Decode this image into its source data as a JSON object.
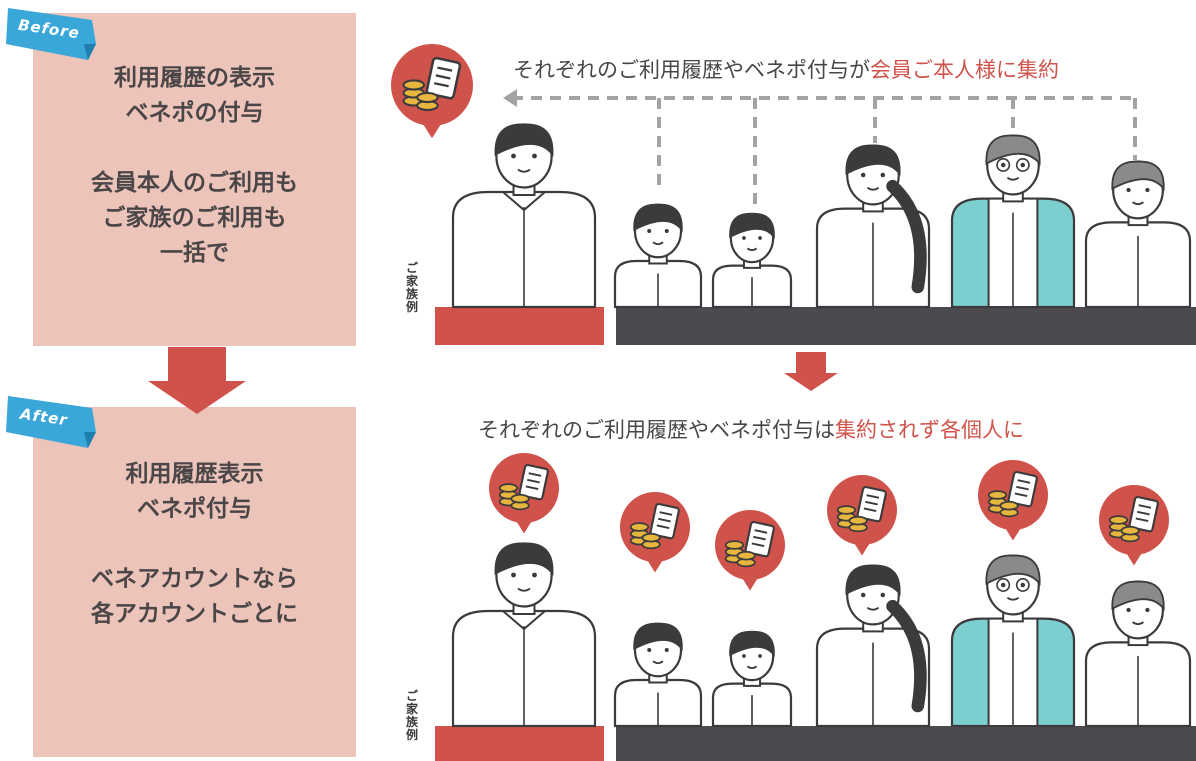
{
  "before": {
    "tag": "Before",
    "lines": [
      "利用履歴の表示",
      "ベネポの付与",
      "",
      "会員本人のご利用も",
      "ご家族のご利用も",
      "一括で"
    ]
  },
  "after": {
    "tag": "After",
    "lines": [
      "利用履歴表示",
      "ベネポ付与",
      "",
      "ベネアカウントなら",
      "各アカウントごとに"
    ]
  },
  "top_caption": {
    "prefix": "それぞれのご利用履歴やベネポ付与が",
    "highlight": "会員ご本人様に集約"
  },
  "bottom_caption": {
    "prefix": "それぞれのご利用履歴やベネポ付与は",
    "highlight": "集約されず各個人に"
  },
  "family_label": "ご家族例",
  "colors": {
    "panel": "#ecc4ba",
    "accent_red": "#d0534b",
    "dark_bar": "#4b4a4e",
    "tag_blue": "#3aa7d9",
    "teal": "#7ccfcf",
    "coin": "#e6b63e"
  }
}
